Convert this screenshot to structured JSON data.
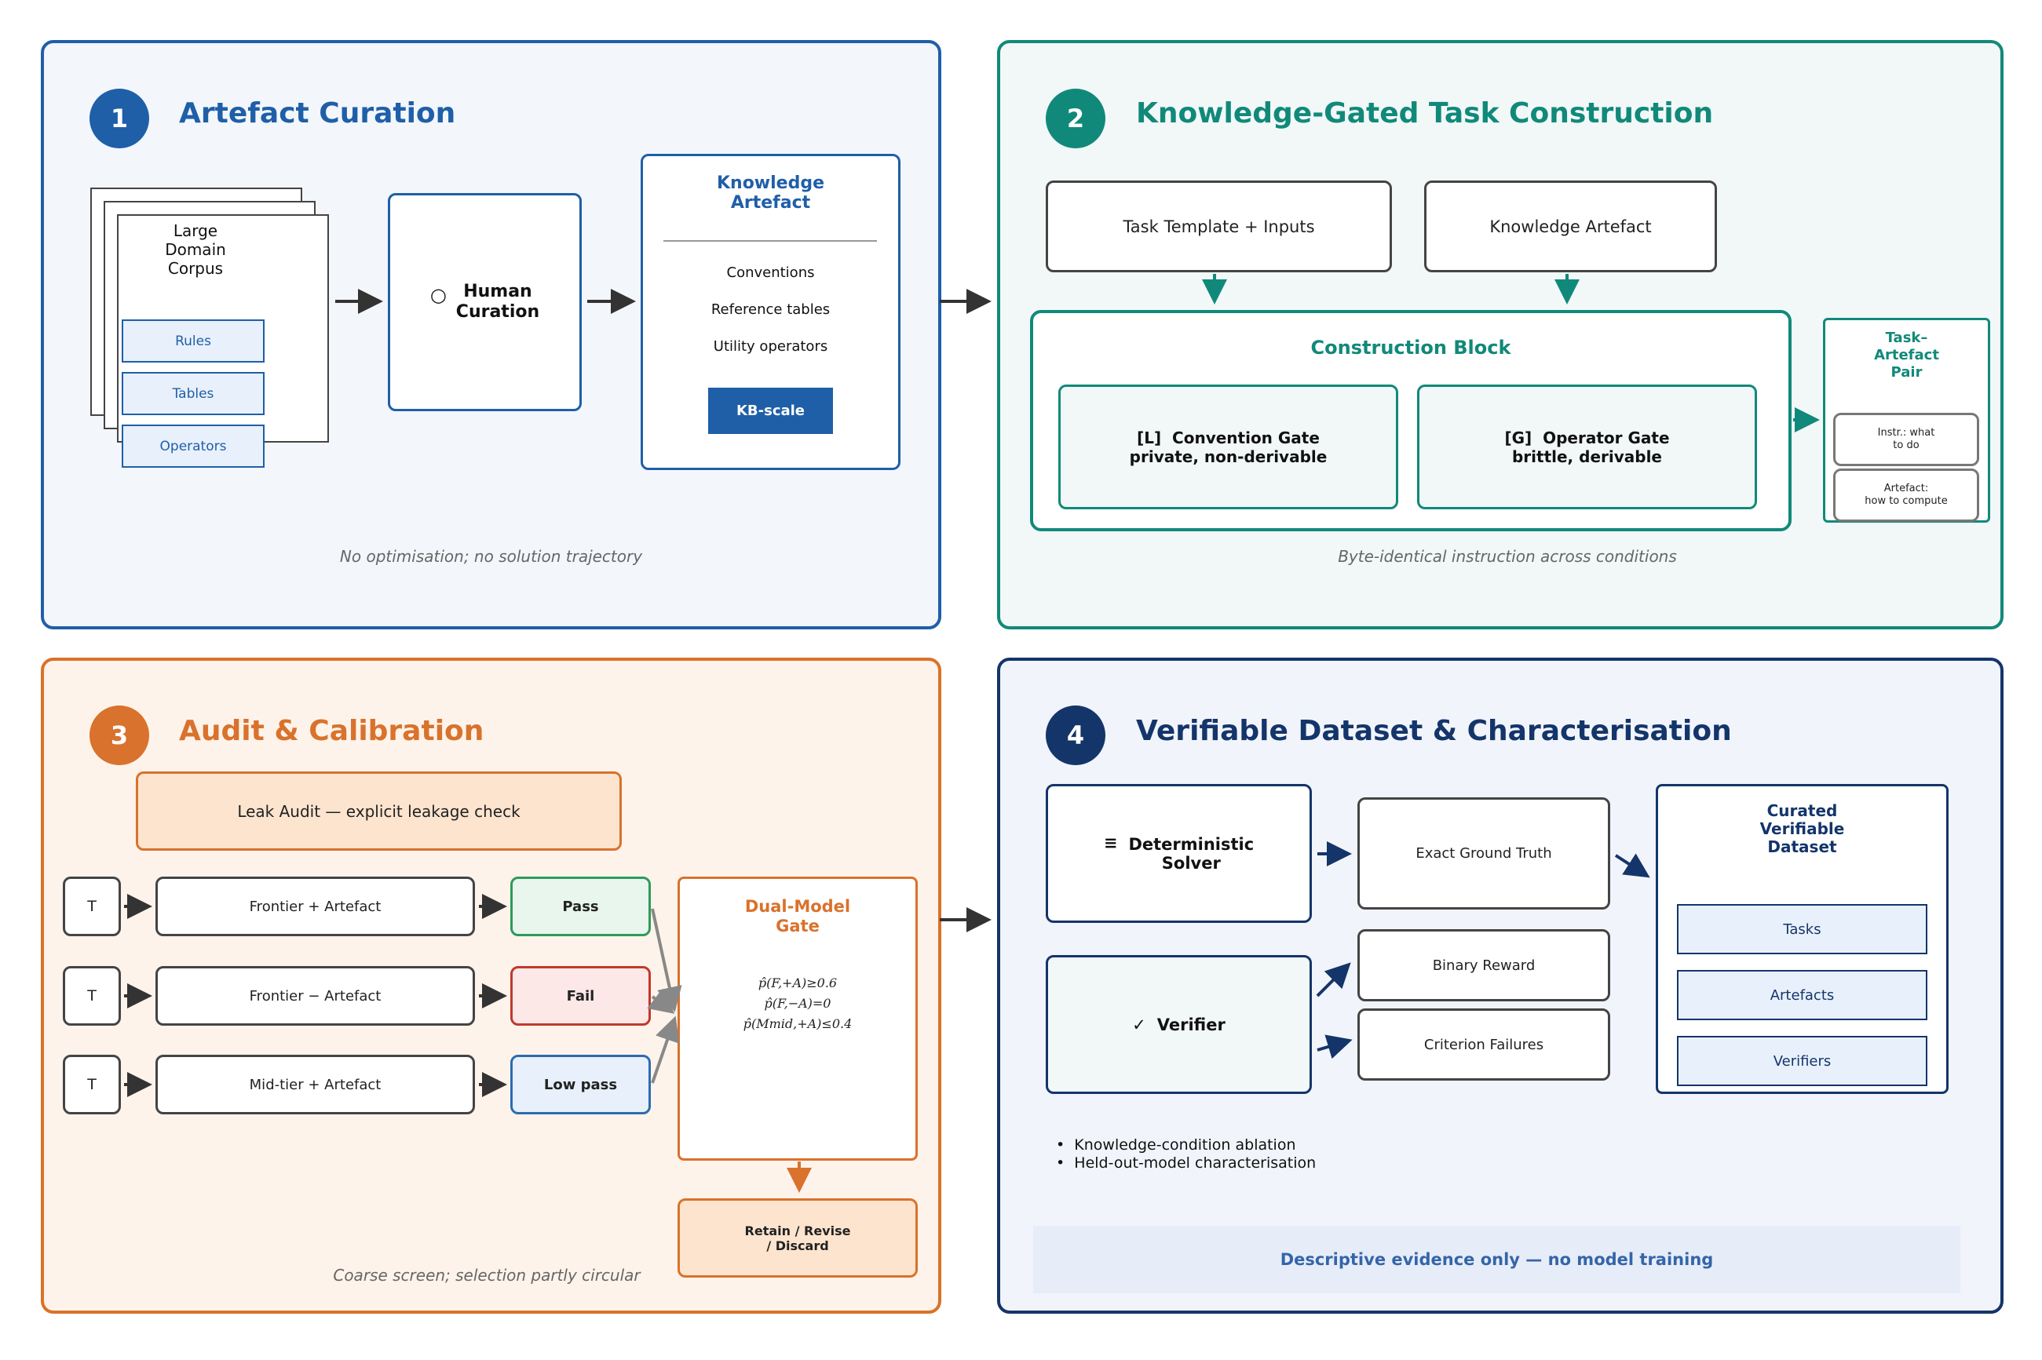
{
  "colors": {
    "blue": "#1f5fa8",
    "teal": "#11897a",
    "orange": "#d9722c",
    "navy": "#14356a"
  },
  "panel1": {
    "number": "1",
    "title": "Artefact Curation",
    "corpus": {
      "title": "Large\nDomain\nCorpus",
      "items": [
        "Rules",
        "Tables",
        "Operators"
      ]
    },
    "curation": {
      "icon": "circle-icon",
      "icon_glyph": "○",
      "label": "Human\nCuration"
    },
    "artefact": {
      "title": "Knowledge\nArtefact",
      "items": [
        "Conventions",
        "Reference tables",
        "Utility operators"
      ],
      "badge": "KB-scale"
    },
    "caption": "No optimisation; no solution trajectory"
  },
  "panel2": {
    "number": "2",
    "title": "Knowledge-Gated Task Construction",
    "inputs": [
      "Task Template + Inputs",
      "Knowledge Artefact"
    ],
    "block_title": "Construction Block",
    "gates": [
      {
        "tag": "[L]",
        "name": "Convention Gate",
        "desc": "private, non-derivable"
      },
      {
        "tag": "[G]",
        "name": "Operator Gate",
        "desc": "brittle, derivable"
      }
    ],
    "pair": {
      "title": "Task–\nArtefact\nPair",
      "items": [
        "Instr.: what\nto do",
        "Artefact:\nhow to compute"
      ]
    },
    "caption": "Byte-identical instruction across conditions"
  },
  "panel3": {
    "number": "3",
    "title": "Audit & Calibration",
    "leak_audit": "Leak Audit — explicit leakage check",
    "rows": [
      {
        "t": "T",
        "condition": "Frontier + Artefact",
        "result": "Pass"
      },
      {
        "t": "T",
        "condition": "Frontier − Artefact",
        "result": "Fail"
      },
      {
        "t": "T",
        "condition": "Mid-tier + Artefact",
        "result": "Low pass"
      }
    ],
    "gate": {
      "title": "Dual-Model\nGate",
      "criteria": [
        "p̂(F,+A)≥0.6",
        "p̂(F,−A)=0",
        "p̂(Mmid,+A)≤0.4"
      ]
    },
    "outcome": "Retain / Revise\n/ Discard",
    "caption": "Coarse screen; selection partly circular"
  },
  "panel4": {
    "number": "4",
    "title": "Verifiable Dataset & Characterisation",
    "solver": {
      "icon": "list-icon",
      "icon_glyph": "≡",
      "label": "Deterministic\nSolver"
    },
    "verifier": {
      "icon": "check-icon",
      "icon_glyph": "✓",
      "label": "Verifier"
    },
    "outputs": [
      "Exact Ground Truth",
      "Binary Reward",
      "Criterion Failures"
    ],
    "dataset": {
      "title": "Curated\nVerifiable\nDataset",
      "items": [
        "Tasks",
        "Artefacts",
        "Verifiers"
      ]
    },
    "bullets": [
      "Knowledge-condition ablation",
      "Held-out-model characterisation"
    ],
    "footer": "Descriptive evidence only — no model training"
  }
}
